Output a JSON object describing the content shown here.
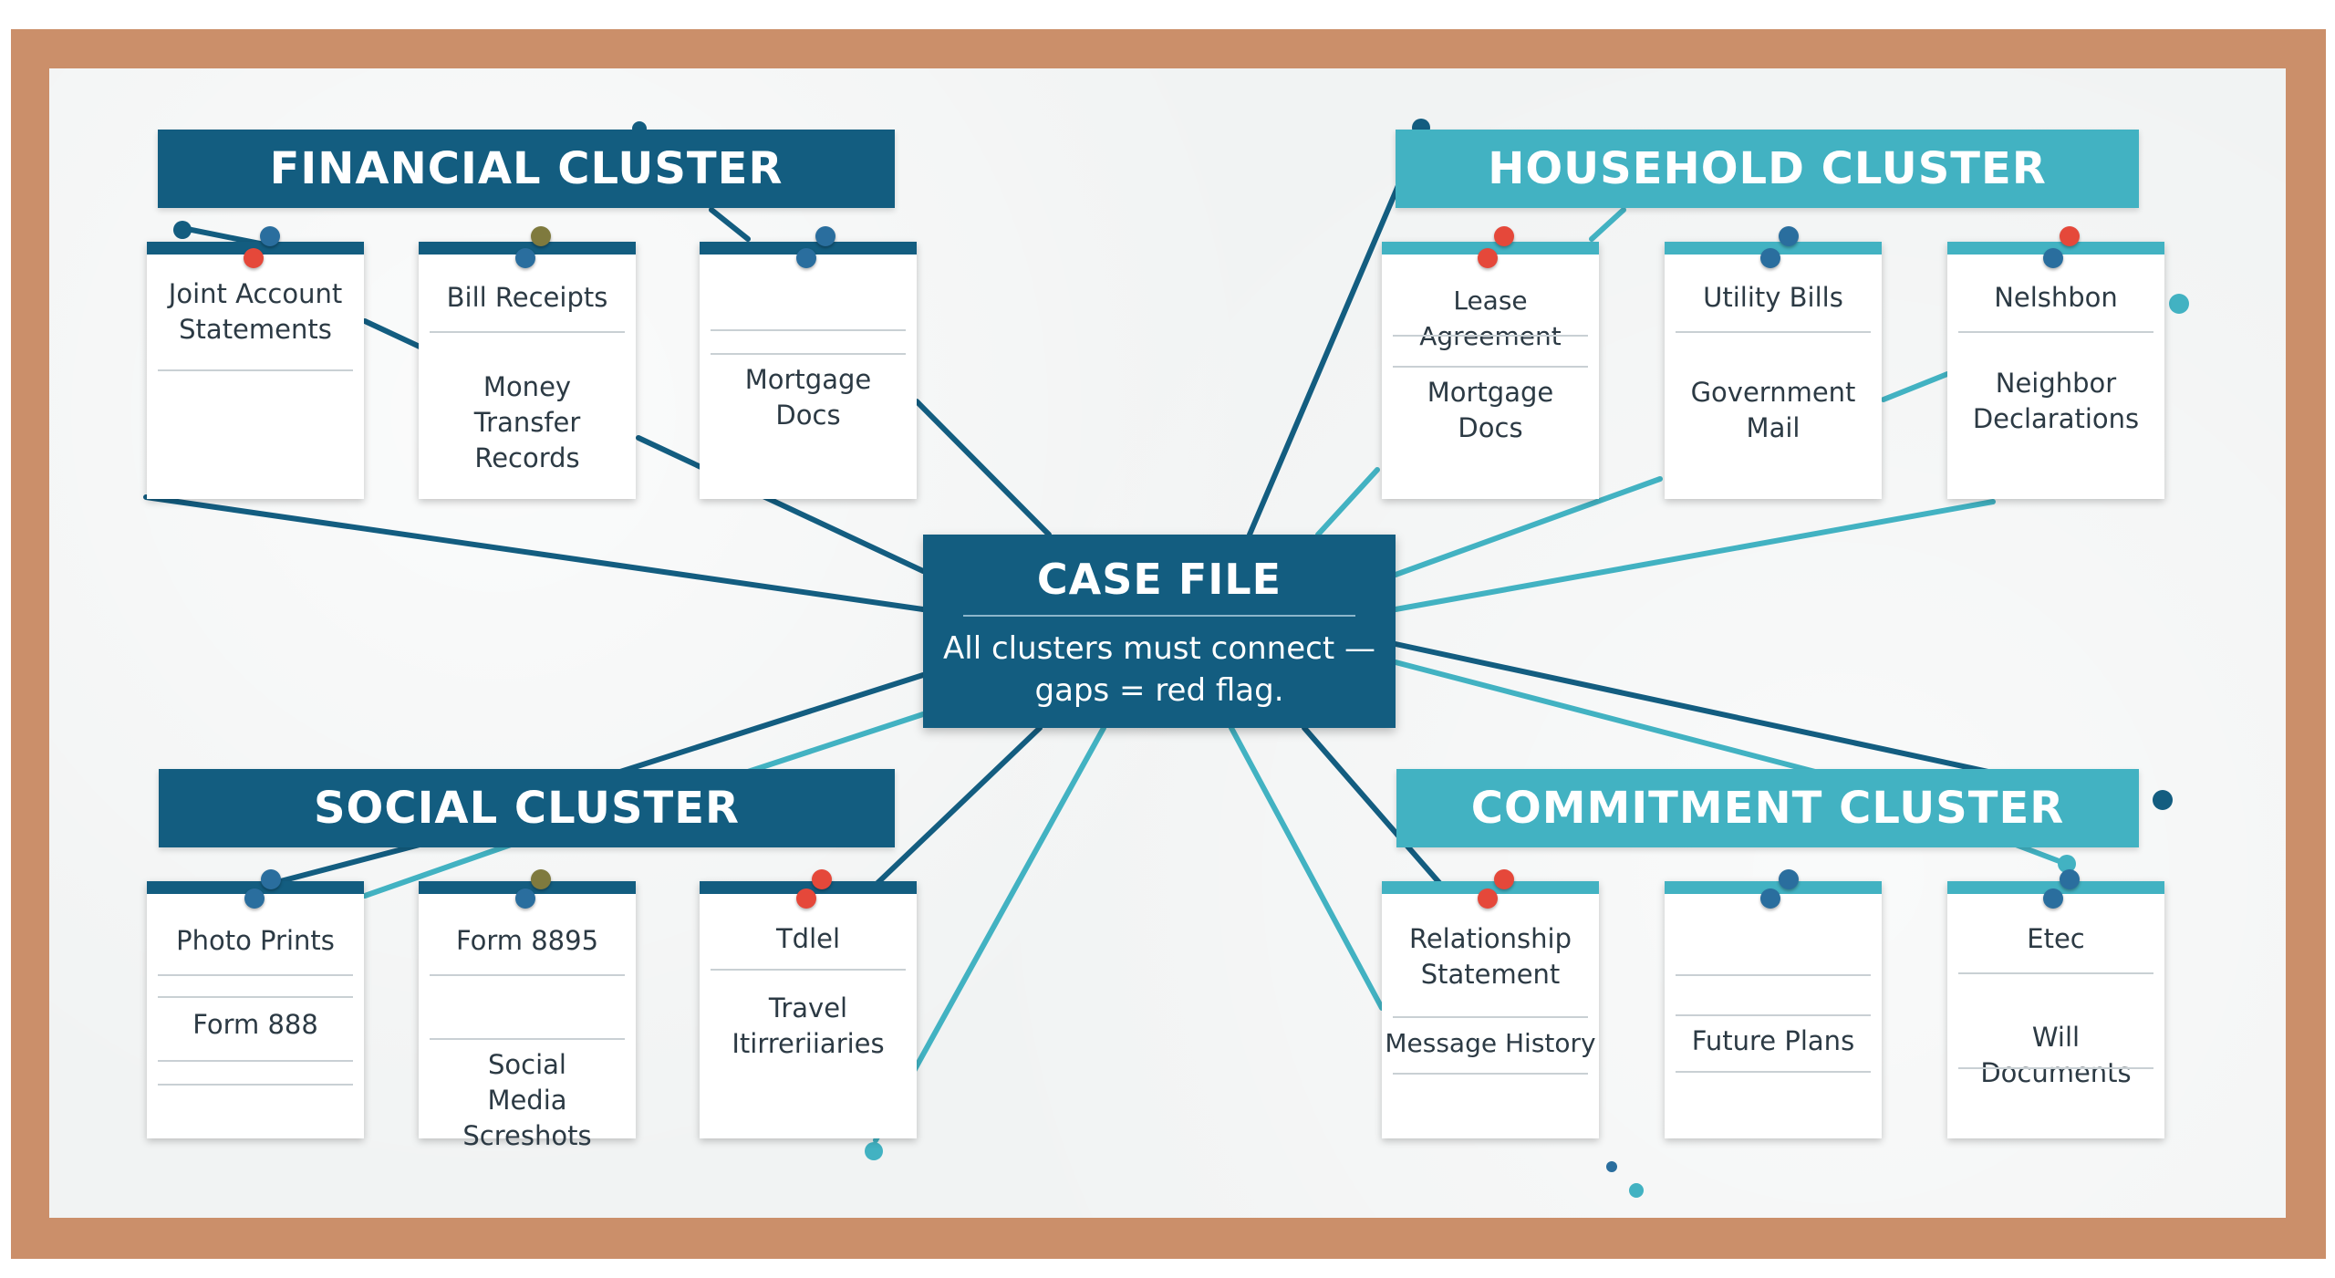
{
  "colors": {
    "frame": "#cb8f6a",
    "board": "#f1f3f3",
    "dark_blue": "#135d80",
    "teal": "#42b2c2",
    "pin_red": "#e5483a",
    "pin_blue": "#2a6e9e"
  },
  "center": {
    "title": "CASE FILE",
    "note": "All clusters must connect — gaps = red flag."
  },
  "clusters": {
    "financial": {
      "title": "FINANCIAL CLUSTER",
      "cards": [
        {
          "top": "Joint Account Statements",
          "bottom": ""
        },
        {
          "top": "Bill Receipts",
          "bottom": "Money Transfer Records"
        },
        {
          "top": "",
          "bottom": "Mortgage Docs"
        }
      ]
    },
    "household": {
      "title": "HOUSEHOLD CLUSTER",
      "cards": [
        {
          "top": "Lease Agreement",
          "bottom": "Mortgage Docs"
        },
        {
          "top": "Utility Bills",
          "bottom": "Government Mail"
        },
        {
          "top": "Nelshbon",
          "bottom": "Neighbor Declarations"
        }
      ]
    },
    "social": {
      "title": "SOCIAL CLUSTER",
      "cards": [
        {
          "top": "Photo Prints",
          "bottom": "Form 888"
        },
        {
          "top": "Form 8895",
          "bottom": "Social Media Screshots"
        },
        {
          "top": "Tdlel",
          "bottom": "Travel Itirreriiaries"
        }
      ]
    },
    "commitment": {
      "title": "COMMITMENT CLUSTER",
      "cards": [
        {
          "top": "Relationship Statement",
          "bottom": "Message History"
        },
        {
          "top": "",
          "bottom": "Future Plans"
        },
        {
          "top": "Etec",
          "bottom": "Will Documents"
        }
      ]
    }
  }
}
